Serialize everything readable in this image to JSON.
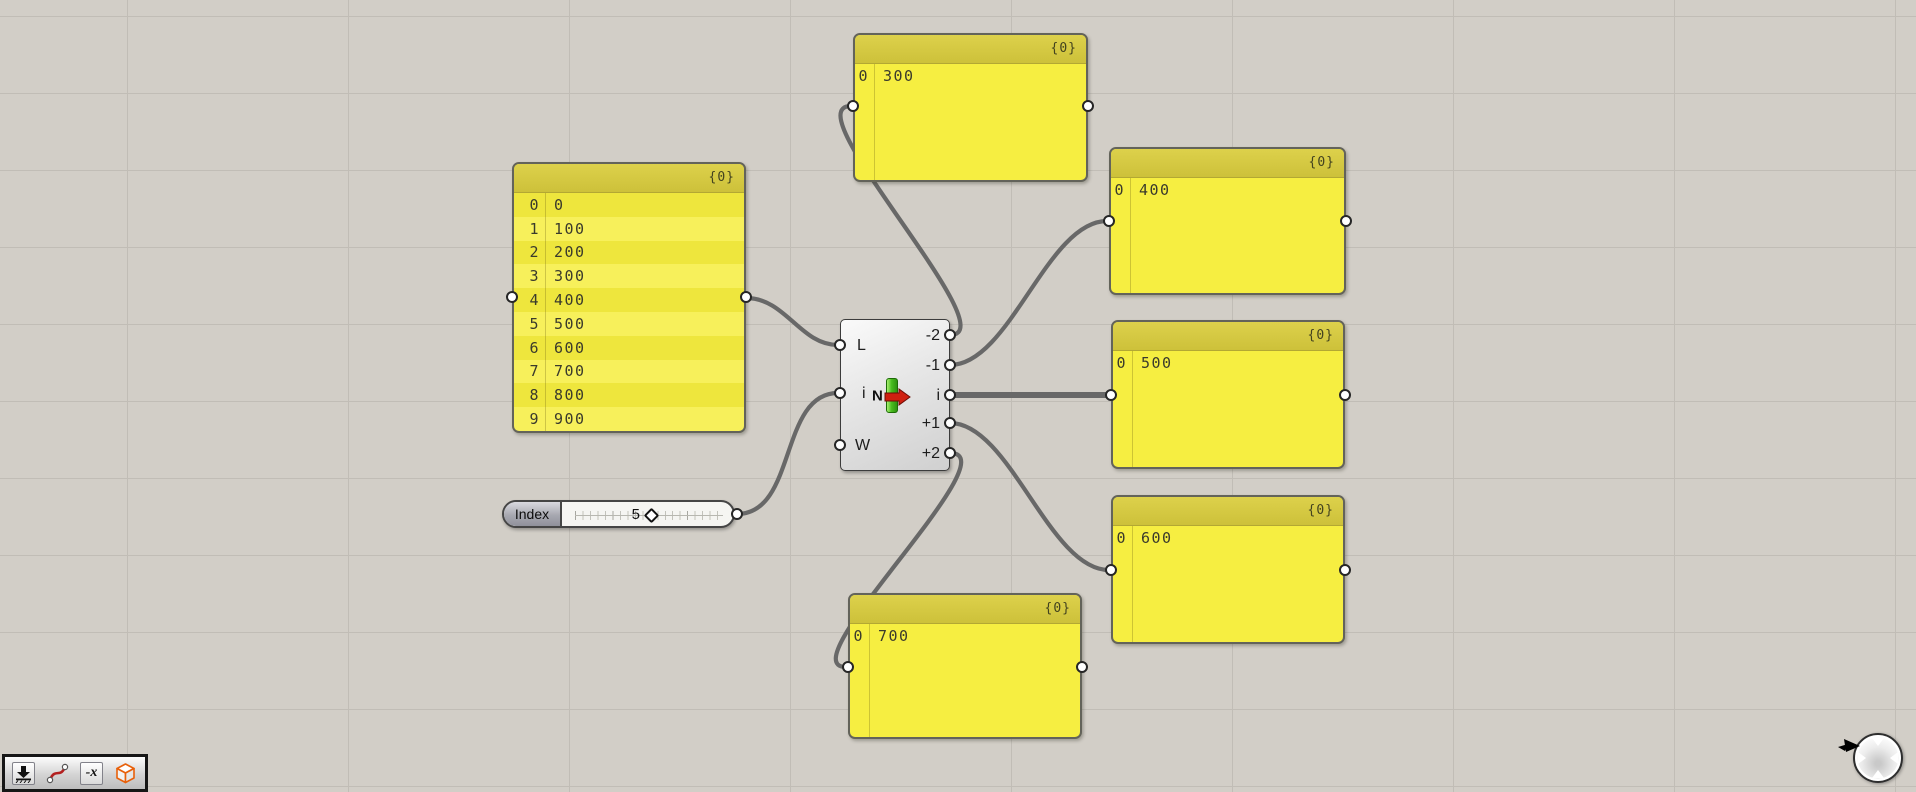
{
  "colors": {
    "canvas_bg": "#d2cec7",
    "grid_line": "#c1bdb6",
    "panel_yellow": "#f6ee41",
    "panel_header_yellow": "#d5c93f",
    "wire_gray": "#686868",
    "icon_green": "#49bd1f",
    "icon_red": "#cf2010",
    "cube_orange": "#e8600a"
  },
  "panels": {
    "list": {
      "header": "{0}",
      "rows": [
        {
          "i": "0",
          "v": "0"
        },
        {
          "i": "1",
          "v": "100"
        },
        {
          "i": "2",
          "v": "200"
        },
        {
          "i": "3",
          "v": "300"
        },
        {
          "i": "4",
          "v": "400"
        },
        {
          "i": "5",
          "v": "500"
        },
        {
          "i": "6",
          "v": "600"
        },
        {
          "i": "7",
          "v": "700"
        },
        {
          "i": "8",
          "v": "800"
        },
        {
          "i": "9",
          "v": "900"
        }
      ]
    },
    "p300": {
      "header": "{0}",
      "rows": [
        {
          "i": "0",
          "v": "300"
        }
      ]
    },
    "p400": {
      "header": "{0}",
      "rows": [
        {
          "i": "0",
          "v": "400"
        }
      ]
    },
    "p500": {
      "header": "{0}",
      "rows": [
        {
          "i": "0",
          "v": "500"
        }
      ]
    },
    "p600": {
      "header": "{0}",
      "rows": [
        {
          "i": "0",
          "v": "600"
        }
      ]
    },
    "p700": {
      "header": "{0}",
      "rows": [
        {
          "i": "0",
          "v": "700"
        }
      ]
    }
  },
  "component": {
    "nickname": "N",
    "icon": "list-item-icon",
    "inputs": [
      "L",
      "i",
      "W"
    ],
    "outputs": [
      "-2",
      "-1",
      "i",
      "+1",
      "+2"
    ]
  },
  "slider": {
    "name": "Index",
    "value": "5"
  },
  "toolbar": {
    "icons": [
      "drop-target-icon",
      "wire-display-icon",
      "expression-icon",
      "preview-cube-icon"
    ],
    "expression_label": "-x"
  },
  "navigation": {
    "widget": "canvas-compass"
  }
}
